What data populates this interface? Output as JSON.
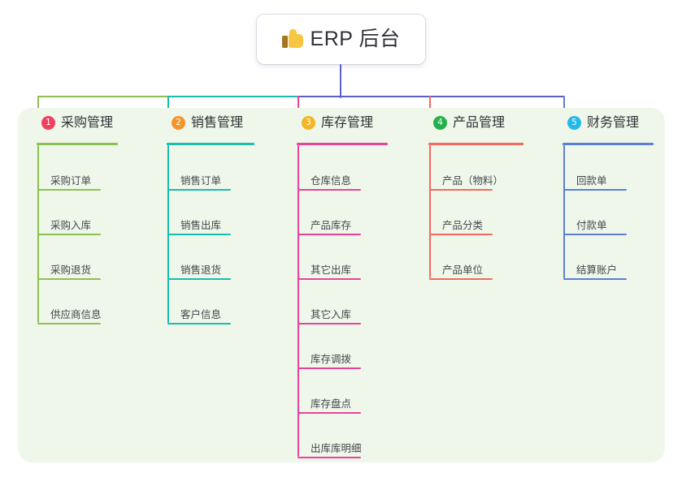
{
  "root": {
    "title": "ERP 后台",
    "icon": "thumbs-up-icon"
  },
  "palette": {
    "panel_bg": "#eef7ea",
    "page_bg": "#ffffff",
    "text": "#2f3136",
    "leaf_text": "#44474d",
    "stem": "#5b5fc7",
    "bus_green": "#8cc152",
    "bus_teal": "#1abcae",
    "bus_indigo": "#5b5fc7"
  },
  "columns": [
    {
      "index": "1",
      "title": "采购管理",
      "badge_color": "#f0415e",
      "line_color": "#8cc152",
      "drop_color": "#8cc152",
      "items": [
        "采购订单",
        "采购入库",
        "采购退货",
        "供应商信息"
      ]
    },
    {
      "index": "2",
      "title": "销售管理",
      "badge_color": "#f5962a",
      "line_color": "#1abcae",
      "drop_color": "#1abcae",
      "items": [
        "销售订单",
        "销售出库",
        "销售退货",
        "客户信息"
      ]
    },
    {
      "index": "3",
      "title": "库存管理",
      "badge_color": "#f5b524",
      "line_color": "#e8439b",
      "drop_color": "#e8439b",
      "items": [
        "仓库信息",
        "产品库存",
        "其它出库",
        "其它入库",
        "库存调拨",
        "库存盘点",
        "出库库明细"
      ]
    },
    {
      "index": "4",
      "title": "产品管理",
      "badge_color": "#22b14c",
      "line_color": "#f4695f",
      "drop_color": "#f4695f",
      "items": [
        "产品（物料）",
        "产品分类",
        "产品单位"
      ]
    },
    {
      "index": "5",
      "title": "财务管理",
      "badge_color": "#25b7e8",
      "line_color": "#5b7fd4",
      "drop_color": "#5b7fd4",
      "items": [
        "回款单",
        "付款单",
        "结算账户"
      ]
    }
  ]
}
